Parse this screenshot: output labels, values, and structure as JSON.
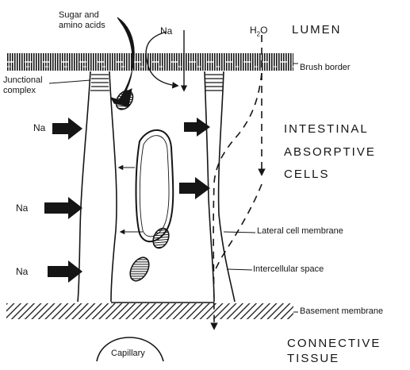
{
  "labels": {
    "sugar_line1": "Sugar and",
    "sugar_line2": "amino acids",
    "na_top": "Na",
    "h2o_h": "H",
    "h2o_sub": "2",
    "h2o_o": "O",
    "lumen": "LUMEN",
    "brush_border": "Brush border",
    "junctional_line1": "Junctional",
    "junctional_line2": "complex",
    "na_left_1": "Na",
    "na_left_2": "Na",
    "na_left_3": "Na",
    "intestinal_line1": "INTESTINAL",
    "intestinal_line2": "ABSORPTIVE",
    "intestinal_line3": "CELLS",
    "lateral_cell_membrane": "Lateral cell membrane",
    "intercellular_space": "Intercellular space",
    "basement_membrane": "Basement membrane",
    "capillary": "Capillary",
    "connective_line1": "CONNECTIVE",
    "connective_line2": "TISSUE"
  },
  "colors": {
    "ink": "#151515",
    "background": "#ffffff"
  }
}
